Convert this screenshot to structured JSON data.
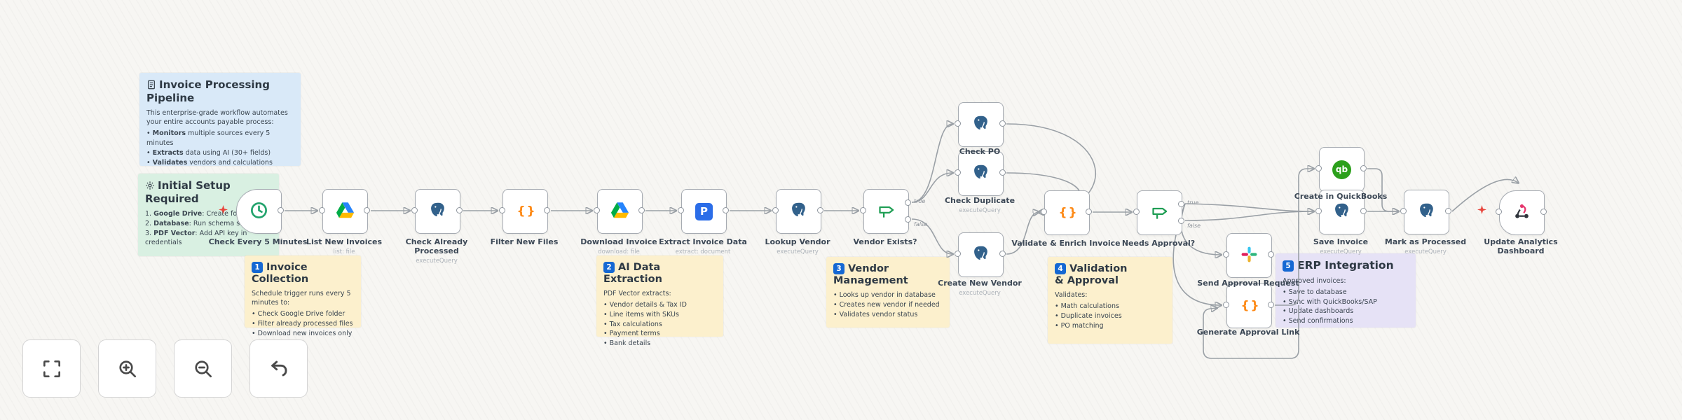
{
  "colors": {
    "badge_blue": "#1568d3",
    "note_blue": "#d9e9f8",
    "note_green": "#d9f0e2",
    "note_yellow": "#fcf0cd",
    "note_purple": "#e6e2f6",
    "edge_gray": "#9aa0a6",
    "issue_red": "#e8453c"
  },
  "if_branch_labels": [
    "true",
    "false"
  ],
  "notes": [
    {
      "id": "pipeline",
      "color": "blue",
      "icon": "document-icon",
      "title": "Invoice Processing Pipeline",
      "intro": "This enterprise-grade workflow automates your entire accounts payable process:",
      "bullets": [
        {
          "lead": "Monitors",
          "text": "multiple sources every 5 minutes"
        },
        {
          "lead": "Extracts",
          "text": "data using AI (30+ fields)"
        },
        {
          "lead": "Validates",
          "text": "vendors and calculations"
        }
      ]
    },
    {
      "id": "setup",
      "color": "green",
      "icon": "gear-icon",
      "title": "Initial Setup Required",
      "numbered": true,
      "bullets": [
        {
          "lead": "Google Drive",
          "text": "Create folder"
        },
        {
          "lead": "Database",
          "text": "Run schema script"
        },
        {
          "lead": "PDF Vector",
          "text": "Add API key in credentials"
        }
      ]
    },
    {
      "id": "collection",
      "color": "yellow",
      "badge": "1",
      "title": "Invoice Collection",
      "intro": "Schedule trigger runs every 5 minutes to:",
      "bullets": [
        "Check Google Drive folder",
        "Filter already processed files",
        "Download new invoices only"
      ]
    },
    {
      "id": "extraction",
      "color": "yellow",
      "badge": "2",
      "title": "AI Data Extraction",
      "intro": "PDF Vector extracts:",
      "bullets": [
        "Vendor details & Tax ID",
        "Line items with SKUs",
        "Tax calculations",
        "Payment terms",
        "Bank details"
      ]
    },
    {
      "id": "vendor",
      "color": "yellow",
      "badge": "3",
      "title": "Vendor Management",
      "bullets": [
        "Looks up vendor in database",
        "Creates new vendor if needed",
        "Validates vendor status"
      ]
    },
    {
      "id": "validation",
      "color": "yellow",
      "badge": "4",
      "title": "Validation & Approval",
      "intro": "Validates:",
      "bullets": [
        "Math calculations",
        "Duplicate invoices",
        "PO matching"
      ]
    },
    {
      "id": "erp",
      "color": "purple",
      "badge": "5",
      "title": "ERP Integration",
      "intro": "Approved invoices:",
      "bullets": [
        "Save to database",
        "Sync with QuickBooks/SAP",
        "Update dashboards",
        "Send confirmations"
      ]
    }
  ],
  "nodes": [
    {
      "id": "check-every-5-minutes",
      "label": "Check Every 5 Minutes",
      "icon": "clock-icon",
      "kind": "trigger"
    },
    {
      "id": "list-new-invoices",
      "label": "List New Invoices",
      "sub": "list: file",
      "icon": "google-drive-icon",
      "kind": "default"
    },
    {
      "id": "check-already-processed",
      "label": "Check Already Processed",
      "sub": "executeQuery",
      "icon": "postgres-icon",
      "kind": "default"
    },
    {
      "id": "filter-new-files",
      "label": "Filter New Files",
      "icon": "code-icon",
      "kind": "default"
    },
    {
      "id": "download-invoice",
      "label": "Download Invoice",
      "sub": "download: file",
      "icon": "google-drive-icon",
      "kind": "default"
    },
    {
      "id": "extract-invoice-data",
      "label": "Extract Invoice Data",
      "sub": "extract: document",
      "icon": "pdf-vector-icon",
      "kind": "default"
    },
    {
      "id": "lookup-vendor",
      "label": "Lookup Vendor",
      "sub": "executeQuery",
      "icon": "postgres-icon",
      "kind": "default"
    },
    {
      "id": "vendor-exists",
      "label": "Vendor Exists?",
      "icon": "if-icon",
      "kind": "if"
    },
    {
      "id": "check-po",
      "label": "Check PO",
      "icon": "postgres-icon",
      "kind": "default"
    },
    {
      "id": "check-duplicate",
      "label": "Check Duplicate",
      "sub": "executeQuery",
      "icon": "postgres-icon",
      "kind": "default"
    },
    {
      "id": "create-new-vendor",
      "label": "Create New Vendor",
      "sub": "executeQuery",
      "icon": "postgres-icon",
      "kind": "default"
    },
    {
      "id": "validate-enrich-invoice",
      "label": "Validate & Enrich Invoice",
      "icon": "code-icon",
      "kind": "default"
    },
    {
      "id": "needs-approval",
      "label": "Needs Approval?",
      "icon": "if-icon",
      "kind": "if"
    },
    {
      "id": "send-approval-request",
      "label": "Send Approval Request",
      "icon": "slack-icon",
      "kind": "default"
    },
    {
      "id": "generate-approval-link",
      "label": "Generate Approval Link",
      "icon": "code-icon",
      "kind": "default"
    },
    {
      "id": "create-in-quickbooks",
      "label": "Create in QuickBooks",
      "icon": "quickbooks-icon",
      "kind": "default"
    },
    {
      "id": "save-invoice",
      "label": "Save Invoice",
      "sub": "executeQuery",
      "icon": "postgres-icon",
      "kind": "default"
    },
    {
      "id": "mark-as-processed",
      "label": "Mark as Processed",
      "sub": "executeQuery",
      "icon": "postgres-icon",
      "kind": "default"
    },
    {
      "id": "update-analytics-dashboard",
      "label": "Update Analytics Dashboard",
      "icon": "webhook-icon",
      "kind": "round-left"
    }
  ],
  "toolbar": {
    "buttons": [
      {
        "id": "fit-view",
        "icon": "fit-view-icon"
      },
      {
        "id": "zoom-in",
        "icon": "zoom-in-icon"
      },
      {
        "id": "zoom-out",
        "icon": "zoom-out-icon"
      },
      {
        "id": "undo",
        "icon": "undo-icon"
      }
    ]
  }
}
